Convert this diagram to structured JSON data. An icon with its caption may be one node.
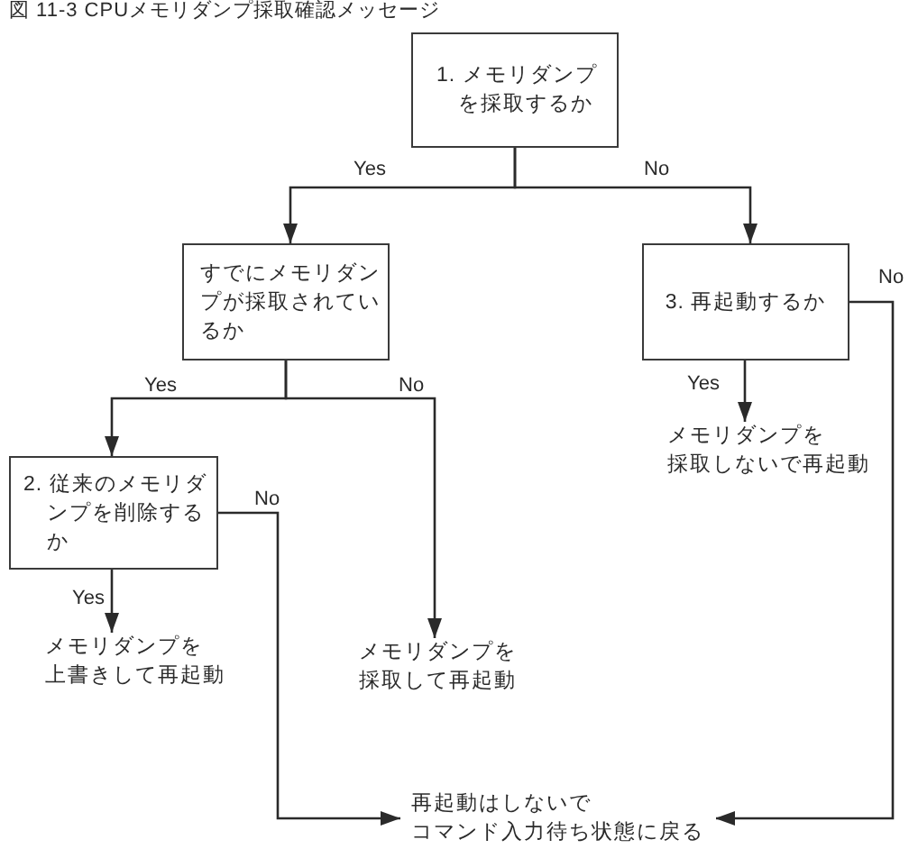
{
  "diagram": {
    "title": "図 11-3 CPUメモリダンプ採取確認メッセージ",
    "nodes": [
      {
        "text": [
          "1. メモリダンプを採取するか"
        ]
      },
      {
        "text": [
          "すでにメモリダンプが採取されているか"
        ]
      },
      {
        "text": [
          "3. 再起動するか"
        ]
      },
      {
        "text": [
          "2. 従来のメモリダンプを削除するか"
        ]
      },
      {
        "text": [
          "メモリダンプを採取しないで再起動"
        ]
      },
      {
        "text": [
          "メモリダンプを上書きして再起動"
        ]
      },
      {
        "text": [
          "メモリダンプを採取して再起動"
        ]
      },
      {
        "text": [
          "再起動はしないでコマンド入力待ち状態に戻る"
        ]
      }
    ],
    "edges": [
      {
        "from": 0,
        "to": 1,
        "arrow": "to",
        "label": "Yes"
      },
      {
        "from": 0,
        "to": 2,
        "arrow": "to",
        "label": "No"
      },
      {
        "from": 1,
        "to": 3,
        "arrow": "to",
        "label": "Yes"
      },
      {
        "from": 1,
        "to": 6,
        "arrow": "to",
        "label": "No"
      },
      {
        "from": 3,
        "to": 5,
        "arrow": "to",
        "label": "Yes"
      },
      {
        "from": 3,
        "to": 7,
        "arrow": "to",
        "label": "No"
      },
      {
        "from": 2,
        "to": 4,
        "arrow": "to",
        "label": "Yes"
      },
      {
        "from": 2,
        "to": 7,
        "arrow": "to",
        "label": "No"
      }
    ]
  }
}
